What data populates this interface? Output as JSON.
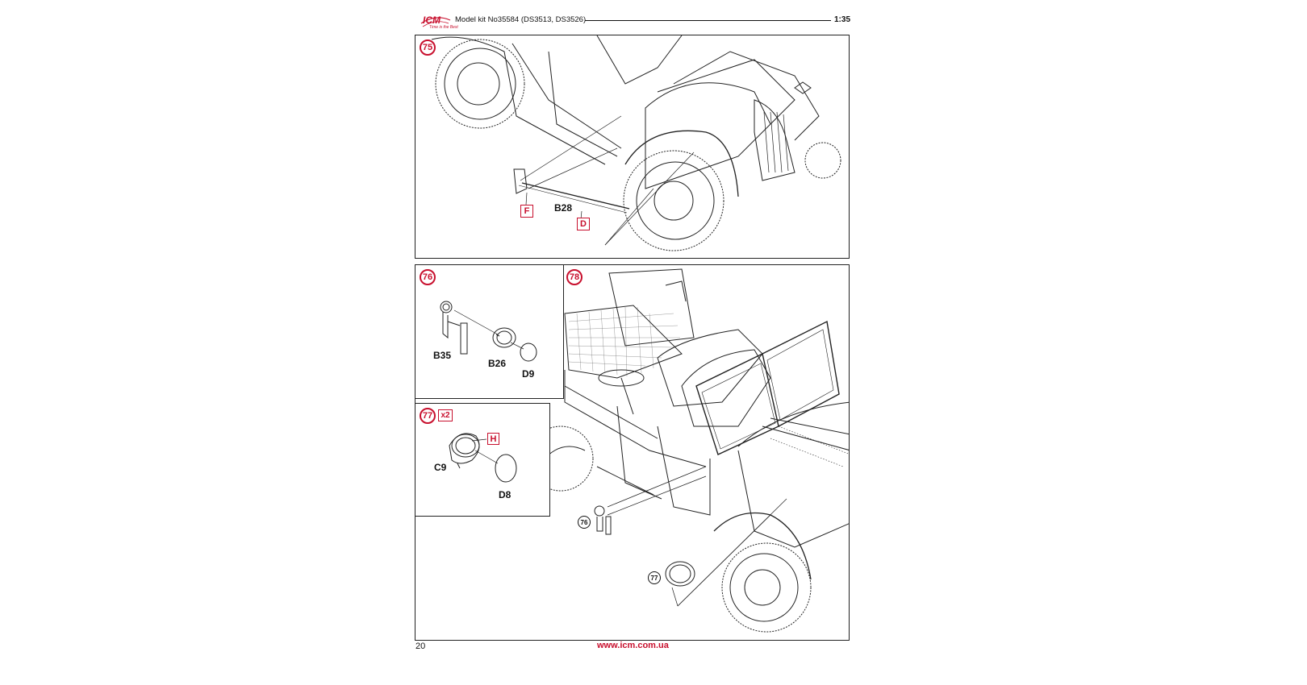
{
  "header": {
    "logo_text": "ICM",
    "logo_tagline": "Time is the Best",
    "title": "Model kit No35584 (DS3513, DS3526)",
    "scale": "1:35"
  },
  "steps": {
    "s75": {
      "number": "75",
      "parts": {
        "F": "F",
        "B28": "B28",
        "D": "D"
      }
    },
    "s76": {
      "number": "76",
      "parts": {
        "B35": "B35",
        "B26": "B26",
        "D9": "D9"
      }
    },
    "s77": {
      "number": "77",
      "multiplier": "x2",
      "parts": {
        "H": "H",
        "C9": "C9",
        "D8": "D8"
      }
    },
    "s78": {
      "number": "78",
      "refs": {
        "r76": "76",
        "r77": "77"
      }
    }
  },
  "footer": {
    "page_number": "20",
    "url": "www.icm.com.ua"
  },
  "colors": {
    "accent": "#c8102e",
    "line": "#111111"
  }
}
